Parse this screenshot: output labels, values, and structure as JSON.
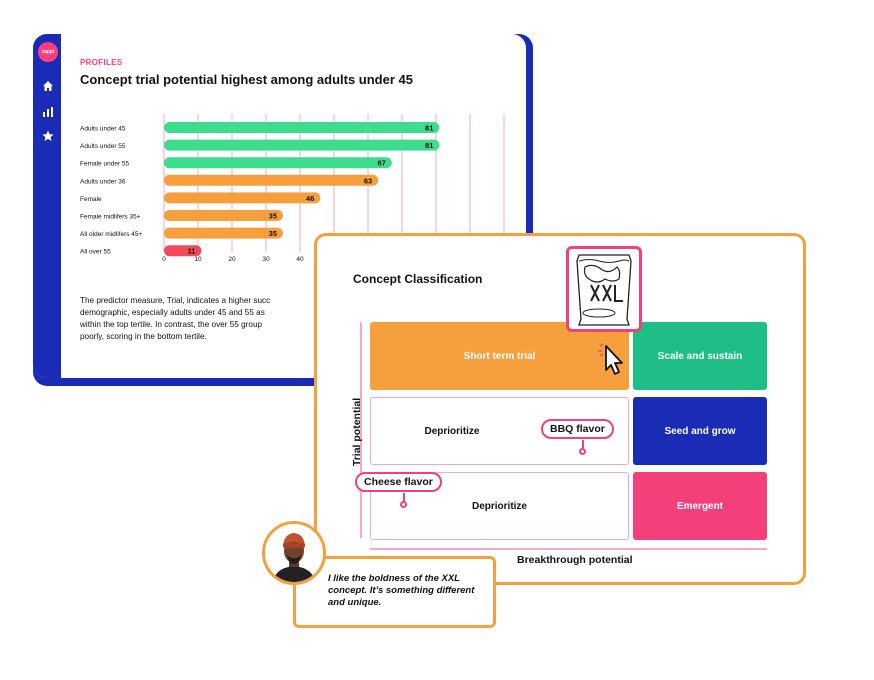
{
  "profiles_card": {
    "section_label": "PROFILES",
    "title": "Concept trial potential highest among adults under 45",
    "nav_icons": [
      "home-icon",
      "bar-chart-icon",
      "star-icon"
    ],
    "logo_text": "zappi",
    "body_text": "The predictor measure, Trial, indicates a higher succ\ndemographic, especially adults under 45 and 55 as\nwithin the top tertile. In contrast, the over 55 group\npoorly, scoring in the bottom tertile."
  },
  "chart_data": {
    "type": "bar",
    "orientation": "horizontal",
    "categories": [
      "Adults under 45",
      "Adults under 55",
      "Female under 55",
      "Adults under 36",
      "Female",
      "Female midlifers 35+",
      "All older midlifers 45+",
      "All over 55"
    ],
    "values": [
      81,
      81,
      67,
      63,
      46,
      35,
      35,
      11
    ],
    "bar_colors": [
      "#3ddc8f",
      "#3ddc8f",
      "#3ddc8f",
      "#f5a03c",
      "#f5a03c",
      "#f5a03c",
      "#f5a03c",
      "#f04a5c"
    ],
    "x_ticks": [
      0,
      10,
      20,
      30,
      40
    ],
    "xlim": [
      0,
      100
    ],
    "grid": true,
    "gridline_color": "#f6a9c6",
    "title": "Concept trial potential highest among adults under 45"
  },
  "classification_card": {
    "title": "Concept Classification",
    "cells": {
      "short_term": "Short term trial",
      "scale": "Scale and sustain",
      "deprioritize_mid": "Deprioritize",
      "seed": "Seed and grow",
      "deprioritize_low": "Deprioritize",
      "emergent": "Emergent"
    },
    "y_axis": "Trial potential",
    "x_axis": "Breakthrough potential",
    "pills": {
      "bbq": "BBQ flavor",
      "cheese": "Cheese flavor"
    },
    "colors": {
      "orange": "#f5a03c",
      "green": "#1ebe86",
      "navy": "#1a2bb5",
      "pink": "#f4407a"
    }
  },
  "quote": {
    "text": "I like the boldness of the XXL concept. It’s something different and unique."
  }
}
